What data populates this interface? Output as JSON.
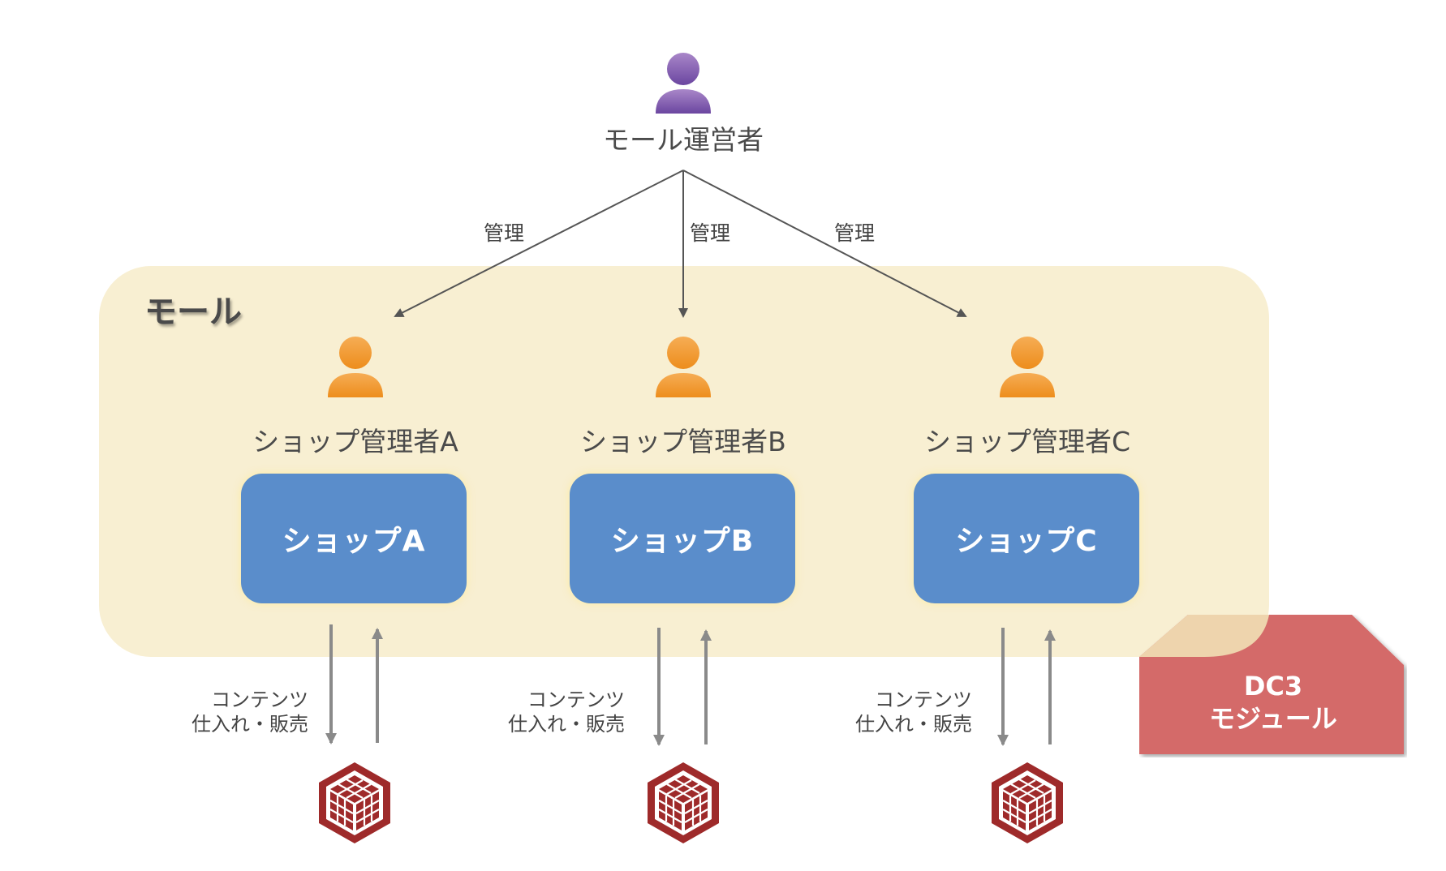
{
  "operator": {
    "label": "モール運営者",
    "icon": "person-icon",
    "color": "#7a55a8"
  },
  "mall": {
    "label": "モール",
    "background": "#f8efd2"
  },
  "manage_label": "管理",
  "shops": [
    {
      "admin_label": "ショップ管理者A",
      "shop_label": "ショップA",
      "flow_line1": "コンテンツ",
      "flow_line2": "仕入れ・販売"
    },
    {
      "admin_label": "ショップ管理者B",
      "shop_label": "ショップB",
      "flow_line1": "コンテンツ",
      "flow_line2": "仕入れ・販売"
    },
    {
      "admin_label": "ショップ管理者C",
      "shop_label": "ショップC",
      "flow_line1": "コンテンツ",
      "flow_line2": "仕入れ・販売"
    }
  ],
  "module": {
    "line1": "DC3",
    "line2": "モジュール",
    "color": "#d46a69"
  },
  "colors": {
    "admin": "#f0982f",
    "shop": "#5a8dcb",
    "cube": "#9e2a2a",
    "arrow": "#555555",
    "flow_arrow": "#8a8a8a"
  }
}
